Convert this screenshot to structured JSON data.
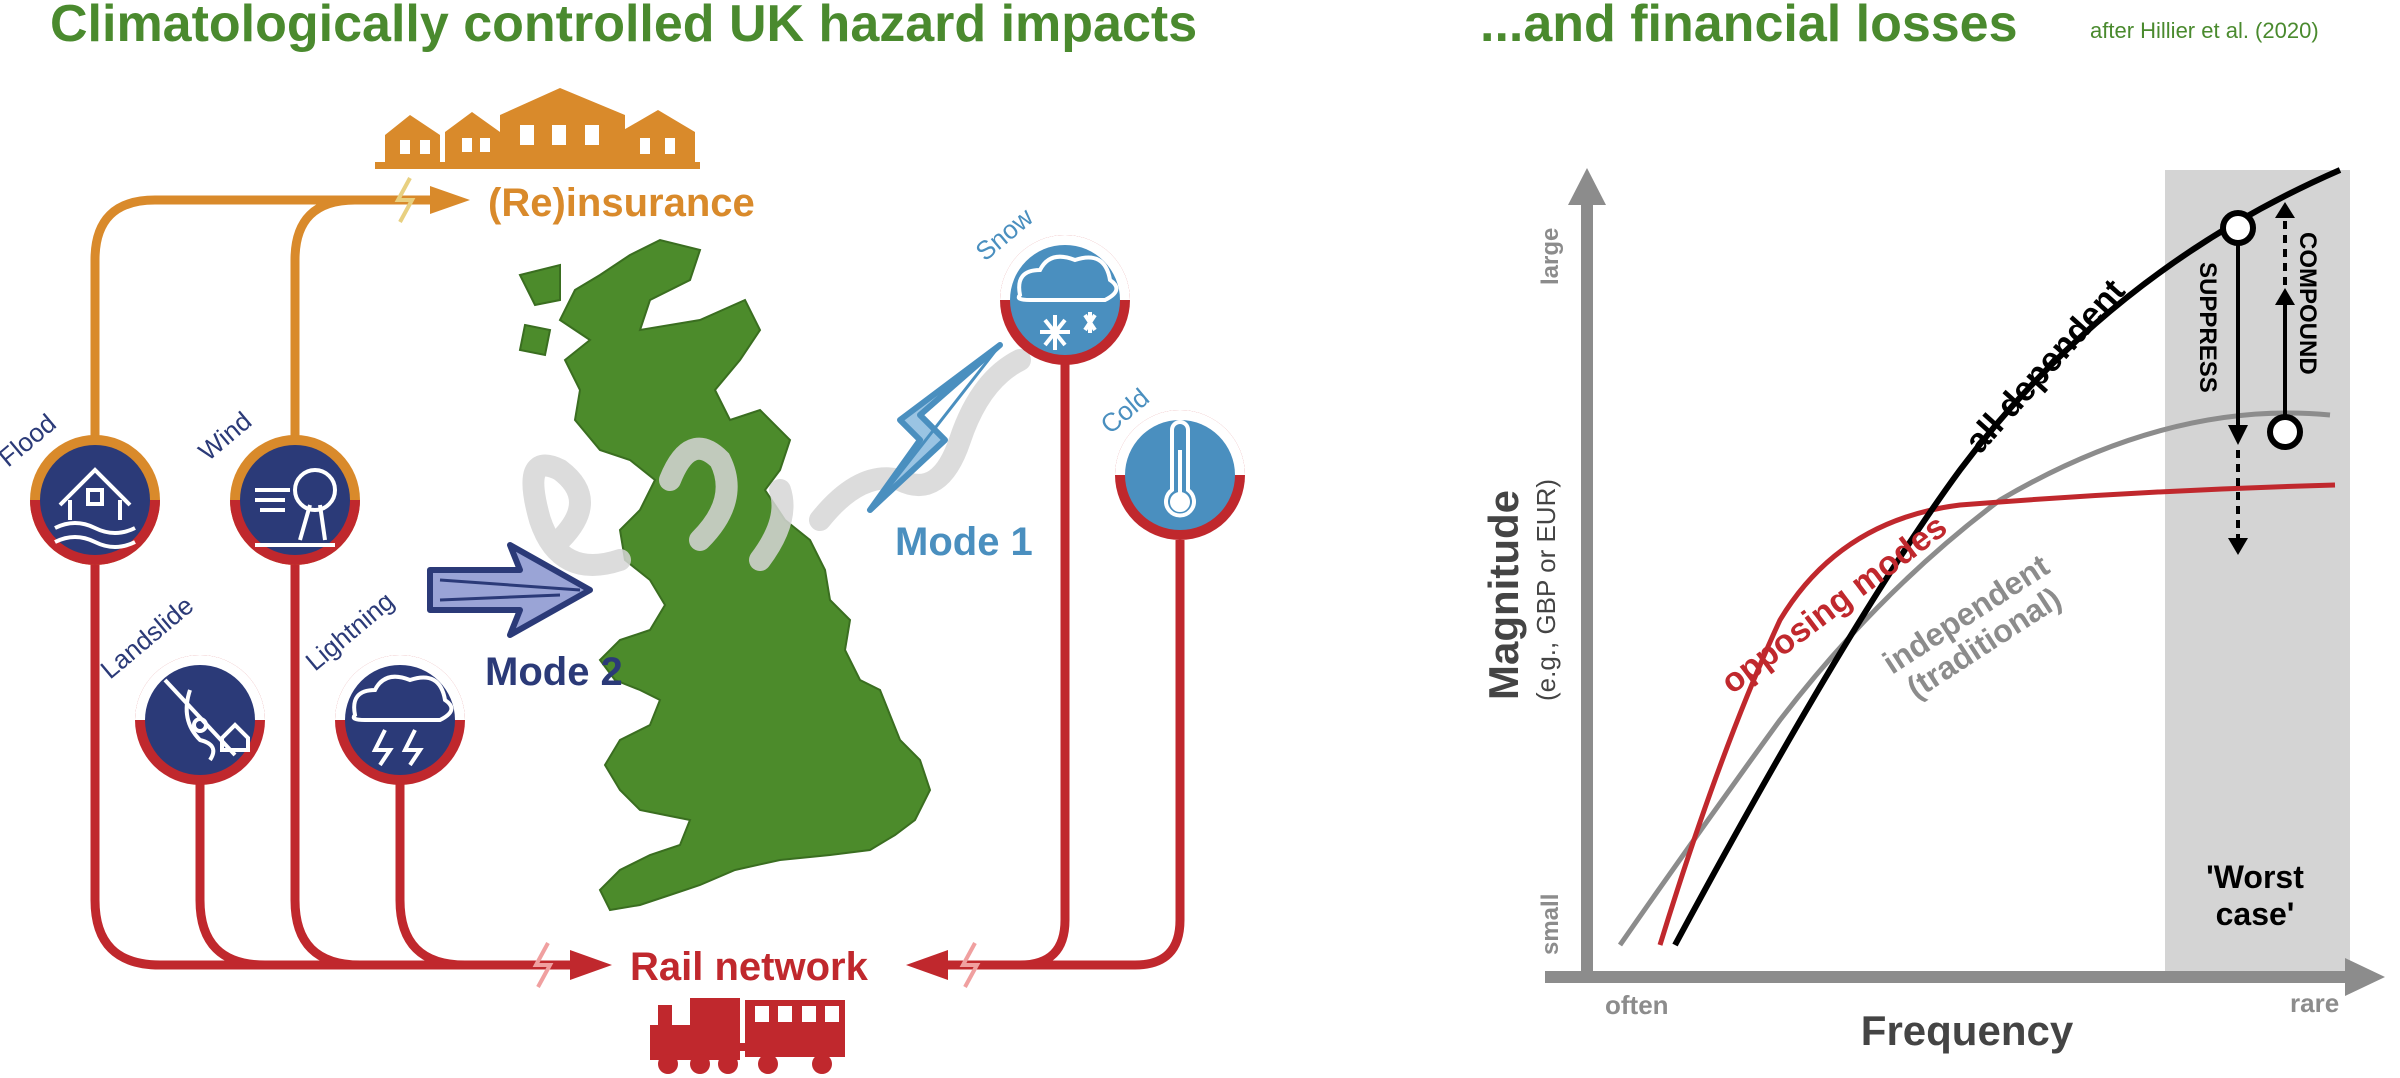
{
  "titles": {
    "left": "Climatologically controlled UK hazard impacts",
    "right": "...and financial losses",
    "credit": "after Hillier et al. (2020)"
  },
  "colors": {
    "green": "#4a8a2e",
    "orange": "#d98a2b",
    "red": "#c0282d",
    "navy": "#2b3a78",
    "light_blue": "#4a8fbf",
    "map_green": "#4c8b2b",
    "grey": "#8c8c8c"
  },
  "hazards": {
    "flood": "Flood",
    "wind": "Wind",
    "landslide": "Landslide",
    "lightning": "Lightning",
    "snow": "Snow",
    "cold": "Cold"
  },
  "targets": {
    "insurance": "(Re)insurance",
    "rail": "Rail network"
  },
  "modes": {
    "mode1": "Mode 1",
    "mode2": "Mode 2"
  },
  "chart": {
    "xlabel": "Frequency",
    "ylabel": "Magnitude",
    "ylabel_sub": "(e.g., GBP or EUR)",
    "x_ticks": [
      "often",
      "rare"
    ],
    "y_ticks": [
      "small",
      "large"
    ],
    "worst_case_line1": "'Worst",
    "worst_case_line2": "case'",
    "curve_all_dependent": "all dependent",
    "curve_opposing": "opposing modes",
    "curve_independent_line1": "independent",
    "curve_independent_line2": "(traditional)",
    "suppress": "SUPPRESS",
    "compound": "COMPOUND"
  }
}
